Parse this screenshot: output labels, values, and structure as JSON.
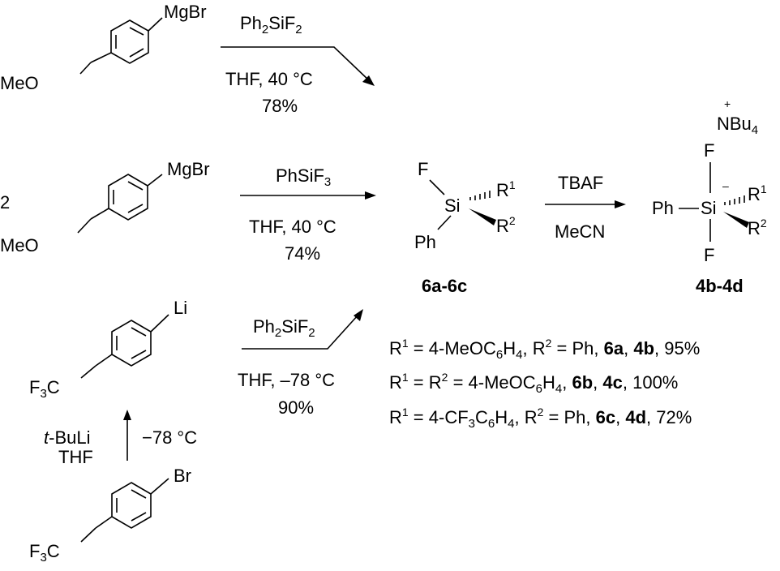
{
  "substrates": {
    "top_aryl_group": "MgBr",
    "top_substituent": "MeO",
    "middle_coefficient": "2",
    "middle_aryl_group": "MgBr",
    "middle_substituent": "MeO",
    "lower_aryl_group": "Li",
    "lower_substituent": "F3C",
    "bottom_aryl_group": "Br",
    "bottom_substituent": "F3C"
  },
  "reactions": {
    "top": {
      "reagent": "Ph2SiF2",
      "conditions": "THF, 40 °C",
      "yield": "78%"
    },
    "middle": {
      "reagent": "PhSiF3",
      "conditions": "THF, 40 °C",
      "yield": "74%"
    },
    "lower": {
      "reagent": "Ph2SiF2",
      "conditions": "THF, –78 °C",
      "yield": "90%"
    },
    "lithiation": {
      "reagent": "t-BuLi",
      "solvent": "THF",
      "temperature": "−78 °C"
    },
    "fluorination": {
      "reagent": "TBAF",
      "solvent": "MeCN"
    }
  },
  "compounds": {
    "silane": {
      "label": "6a-6c",
      "atoms": {
        "F": "F",
        "Si": "Si",
        "Ph": "Ph",
        "R1": "R1",
        "R2": "R2"
      }
    },
    "silicate": {
      "label": "4b-4d",
      "cation": "NBu4",
      "cation_charge": "+",
      "anion_charge": "–",
      "atoms": {
        "F_top": "F",
        "F_bottom": "F",
        "Si": "Si",
        "Ph": "Ph",
        "R1": "R1",
        "R2": "R2"
      }
    }
  },
  "legend": [
    "R1 = 4-MeOC6H4, R2 = Ph, 6a, 4b, 95%",
    "R1 = R2 = 4-MeOC6H4, 6b, 4c, 100%",
    "R1 = 4-CF3C6H4, R2 = Ph, 6c, 4d, 72%"
  ]
}
